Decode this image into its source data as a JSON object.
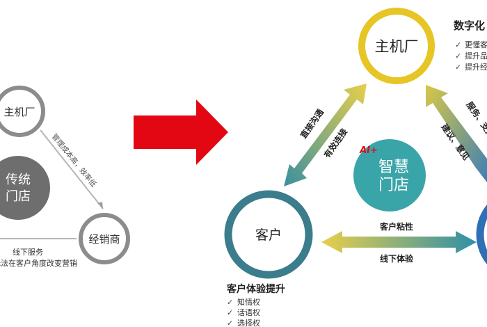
{
  "left": {
    "top_node": "主机厂",
    "center_node_line1": "传统",
    "center_node_line2": "门店",
    "right_node": "经销商",
    "edge_right": "管理成本高，效率低",
    "bottom_line1": "线下服务",
    "bottom_line2": "无法在客户角度改变营销"
  },
  "right": {
    "top_node": "主机厂",
    "left_node": "客户",
    "center_badge": "AI+",
    "center_line1": "智慧",
    "center_line2": "门店",
    "left_arrow_outer": "直接沟通",
    "left_arrow_inner": "有效连接",
    "right_arrow_outer": "服务、支持",
    "right_arrow_inner": "建议、意见",
    "bottom_arrow_top": "客户粘性",
    "bottom_arrow_bottom": "线下体验",
    "top_title": "数字化",
    "top_items": [
      "更懂客",
      "提升品",
      "提升经"
    ],
    "bottom_title": "客户体验提升",
    "bottom_items": [
      "知情权",
      "话语权",
      "选择权"
    ]
  },
  "colors": {
    "gray_ring": "#8c8c8c",
    "gray_fill": "#6e6e6e",
    "red_arrow": "#e30613",
    "yellow_ring": "#e6c524",
    "teal_ring": "#3b7d8c",
    "teal_fill": "#3aa5a9",
    "blue_ring": "#2f6fb5"
  }
}
